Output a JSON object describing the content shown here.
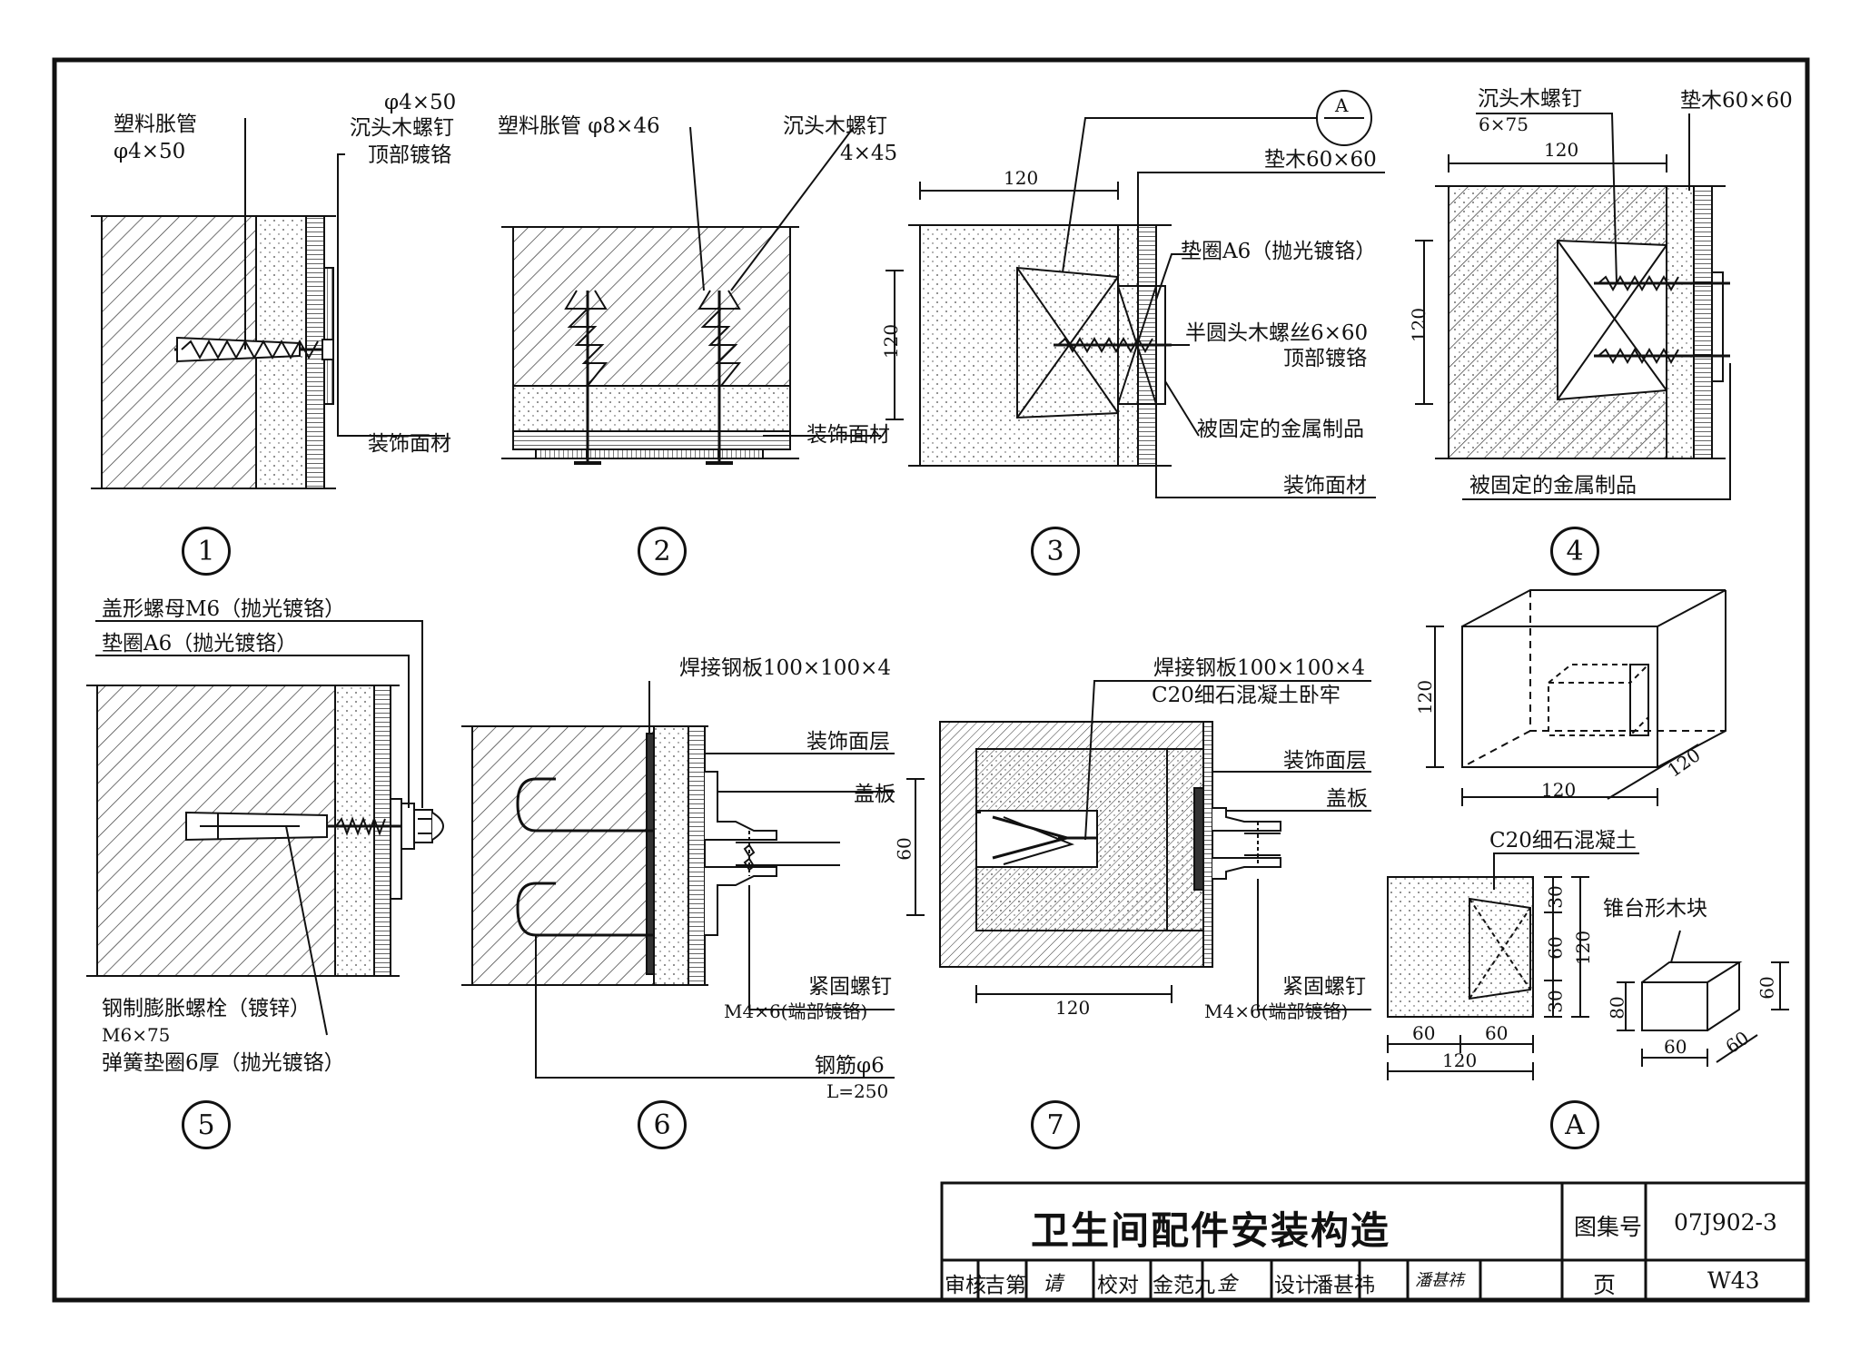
{
  "details": [
    {
      "id": "1",
      "labels": {
        "anchor": "塑料胀管",
        "anchor_size": "φ4×50",
        "screw_size": "φ4×50",
        "screw": "沉头木螺钉",
        "screw_note": "顶部镀铬",
        "finish": "装饰面材"
      }
    },
    {
      "id": "2",
      "labels": {
        "anchor": "塑料胀管 φ8×46",
        "screw": "沉头木螺钉",
        "screw_size": "4×45",
        "finish": "装饰面材"
      }
    },
    {
      "id": "3",
      "labels": {
        "ref": "A",
        "dim_w": "120",
        "dim_h": "120",
        "pad": "垫木60×60",
        "washer": "垫圈A6（抛光镀铬）",
        "screw": "半圆头木螺丝6×60",
        "screw_note": "顶部镀铬",
        "metal": "被固定的金属制品",
        "finish": "装饰面材"
      }
    },
    {
      "id": "4",
      "labels": {
        "screw": "沉头木螺钉",
        "screw_size": "6×75",
        "pad": "垫木60×60",
        "dim_w": "120",
        "dim_h": "120",
        "metal": "被固定的金属制品"
      }
    },
    {
      "id": "5",
      "labels": {
        "nut": "盖形螺母M6（抛光镀铬）",
        "washer": "垫圈A6（抛光镀铬）",
        "bolt": "钢制膨胀螺栓（镀锌）",
        "bolt_size": "M6×75",
        "spring": "弹簧垫圈6厚（抛光镀铬）"
      }
    },
    {
      "id": "6",
      "labels": {
        "plate": "焊接钢板100×100×4",
        "finish": "装饰面层",
        "cover": "盖板",
        "screw": "紧固螺钉",
        "screw_size": "M4×6(端部镀铬)",
        "rebar": "钢筋φ6",
        "rebar_len": "L=250"
      }
    },
    {
      "id": "7",
      "labels": {
        "plate": "焊接钢板100×100×4",
        "concrete": "C20细石混凝土卧牢",
        "finish": "装饰面层",
        "cover": "盖板",
        "dim_h": "60",
        "dim_w": "120",
        "screw": "紧固螺钉",
        "screw_size": "M4×6(端部镀铬)"
      }
    },
    {
      "id": "A",
      "labels": {
        "cube_h": "120",
        "cube_w": "120",
        "cube_d": "120",
        "concrete": "C20细石混凝土",
        "d30a": "30",
        "d60": "60",
        "d30b": "30",
        "d120v": "120",
        "b60a": "60",
        "b60b": "60",
        "b120": "120",
        "block": "锥台形木块",
        "blk_h": "80",
        "blk_s": "60",
        "blk_w": "60",
        "blk_d": "60"
      }
    }
  ],
  "title_block": {
    "title": "卫生间配件安装构造",
    "atlas_label": "图集号",
    "atlas_no": "07J902-3",
    "page_label": "页",
    "page_no": "W43",
    "review_label": "审核",
    "review_name": "吉第",
    "review_sig": "请",
    "check_label": "校对",
    "check_name": "金范九",
    "check_sig": "金",
    "design_label": "设计",
    "design_name": "潘甚祎",
    "design_sig": "潘甚祎"
  }
}
